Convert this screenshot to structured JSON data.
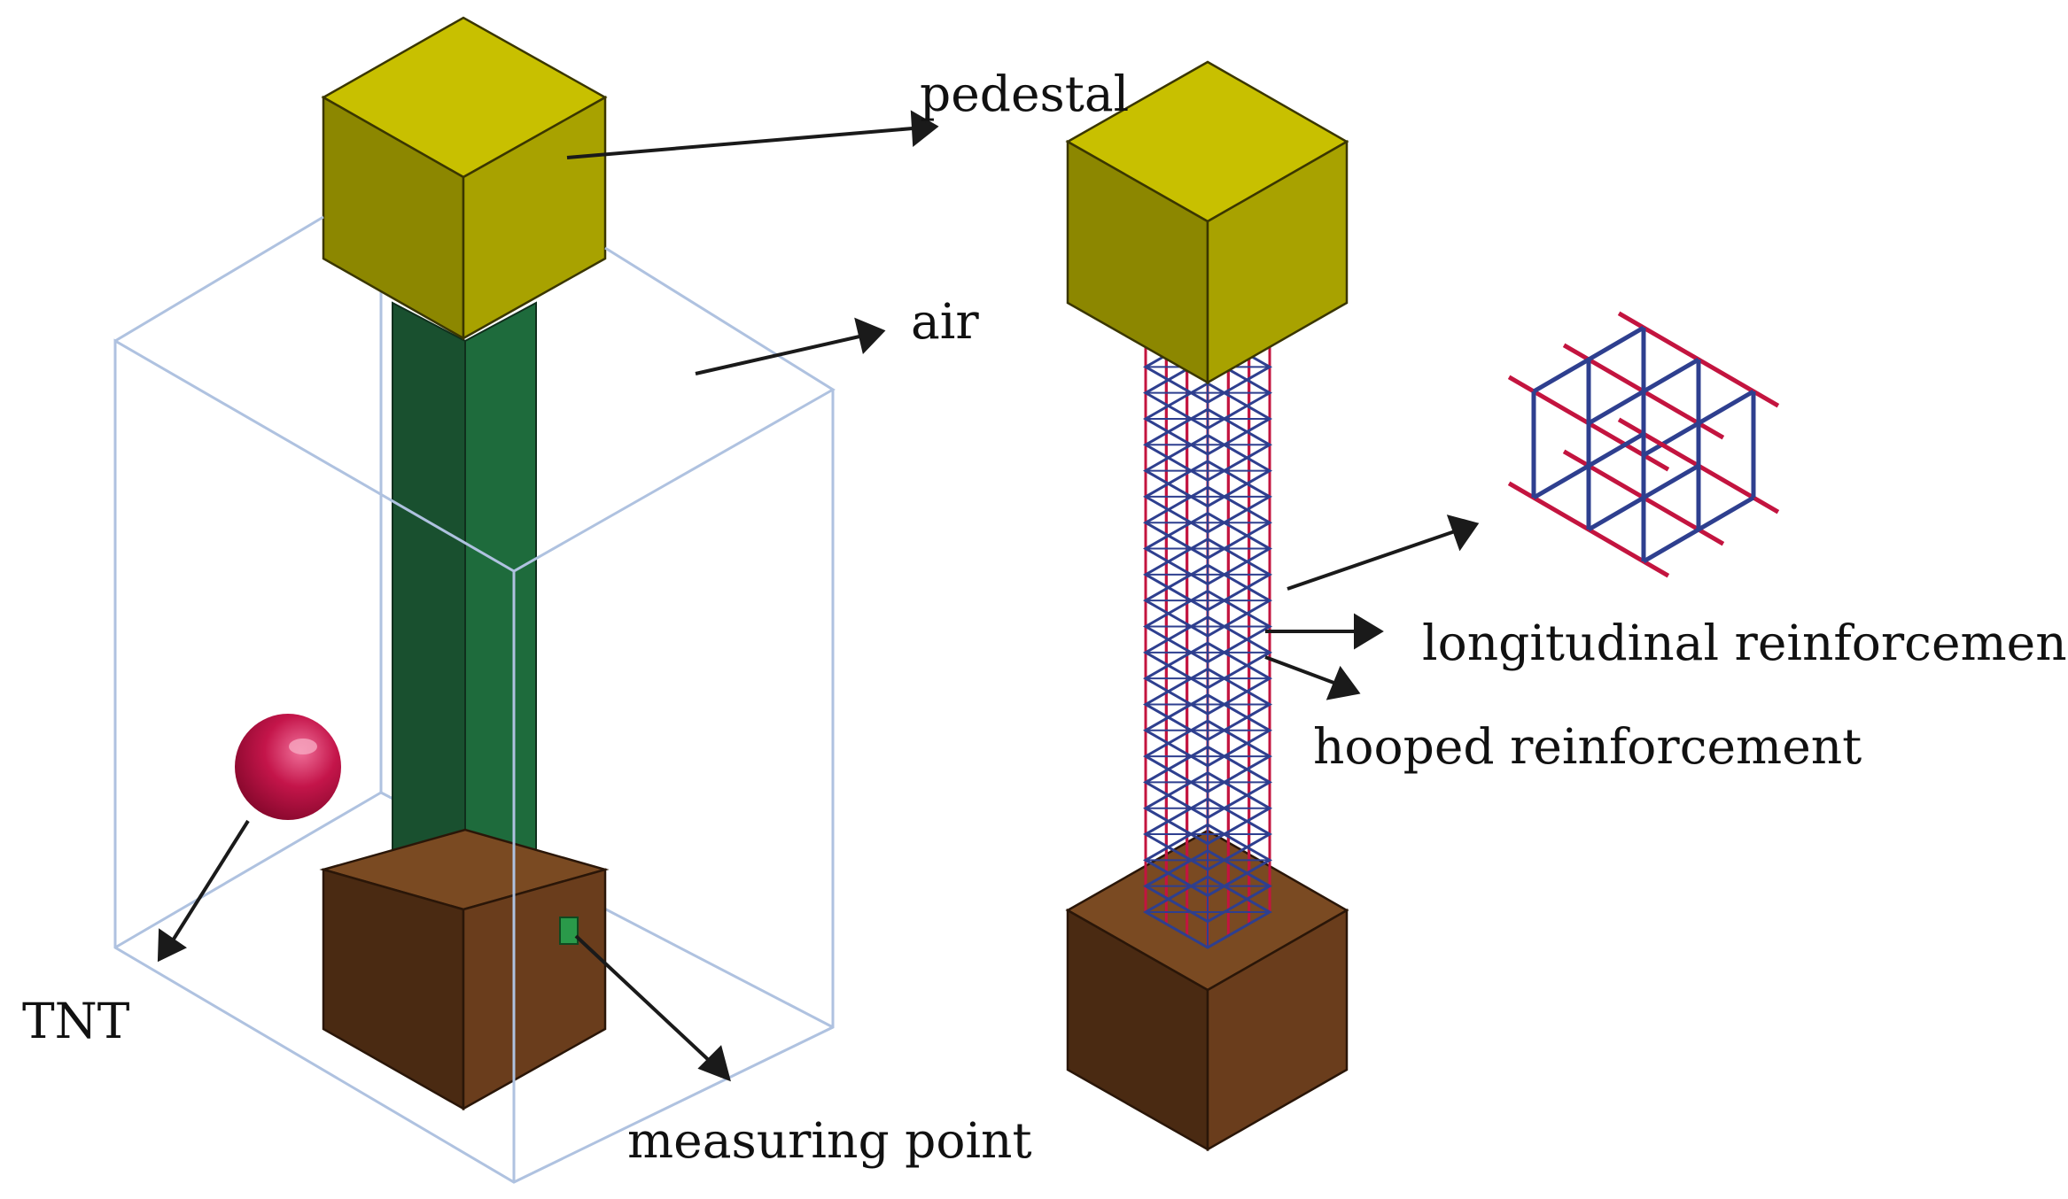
{
  "labels": {
    "pedestal": "pedestal",
    "air": "air",
    "tnt": "TNT",
    "measuring_point": "measuring point",
    "longitudinal": "longitudinal reinforcement",
    "hooped": "hooped reinforcement"
  },
  "colors": {
    "pedestal_top": "#C8C000",
    "pedestal_left": "#8C8700",
    "pedestal_right": "#A8A200",
    "column_left": "#19502F",
    "column_right": "#1E6B3C",
    "base_top": "#7A4A22",
    "base_left": "#4A2A12",
    "base_right": "#6A3D1C",
    "air_box": "#AFC2E0",
    "tnt": "#C4154A",
    "rebar_hoop": "#2E3F8F",
    "rebar_long": "#C3143F",
    "arrow": "#1a1a1a"
  }
}
